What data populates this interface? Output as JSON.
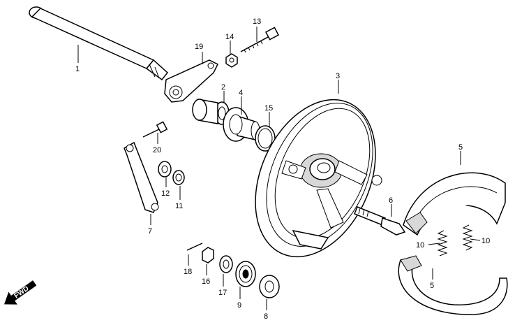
{
  "labels": {
    "p1": "1",
    "p2": "2",
    "p3": "3",
    "p4": "4",
    "p5a": "5",
    "p5b": "5",
    "p6": "6",
    "p7": "7",
    "p8": "8",
    "p9": "9",
    "p10a": "10",
    "p10b": "10",
    "p11": "11",
    "p12": "12",
    "p13": "13",
    "p14": "14",
    "p15": "15",
    "p16": "16",
    "p17": "17",
    "p18": "18",
    "p19": "19",
    "p20": "20"
  },
  "fwd": "FWD"
}
